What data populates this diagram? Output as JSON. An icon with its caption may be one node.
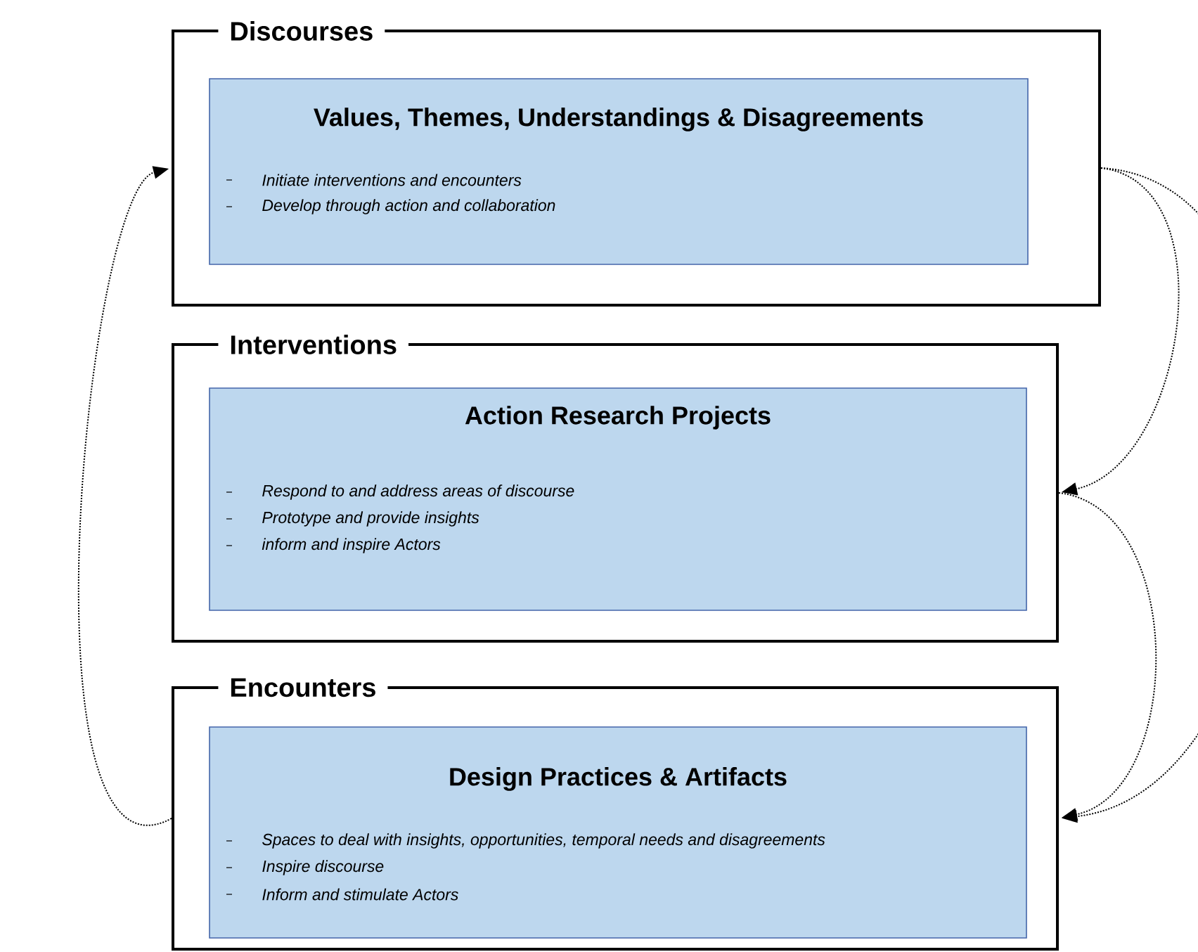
{
  "diagram": {
    "nodes": [
      {
        "text": [
          "Discourses"
        ]
      },
      {
        "text": [
          "Values, Themes, Understandings & Disagreements",
          "Initiate interventions and encounters",
          "Develop through action and collaboration"
        ],
        "in": 0
      },
      {
        "text": [
          "Interventions"
        ]
      },
      {
        "text": [
          "Action Research Projects",
          "Respond to and address areas of discourse",
          "Prototype and provide insights",
          "inform and inspire Actors"
        ],
        "in": 2
      },
      {
        "text": [
          "Encounters"
        ]
      },
      {
        "text": [
          "Design Practices & Artifacts",
          "Spaces to deal with insights, opportunities, temporal needs and disagreements",
          "Inspire discourse",
          "Inform and stimulate Actors"
        ],
        "in": 4
      }
    ],
    "edges": [
      {
        "from": 0,
        "to": 2,
        "arrow": "to"
      },
      {
        "from": 2,
        "to": 4,
        "arrow": "to"
      },
      {
        "from": 0,
        "to": 4,
        "arrow": "to"
      },
      {
        "from": 4,
        "to": 0,
        "arrow": "to"
      }
    ]
  }
}
